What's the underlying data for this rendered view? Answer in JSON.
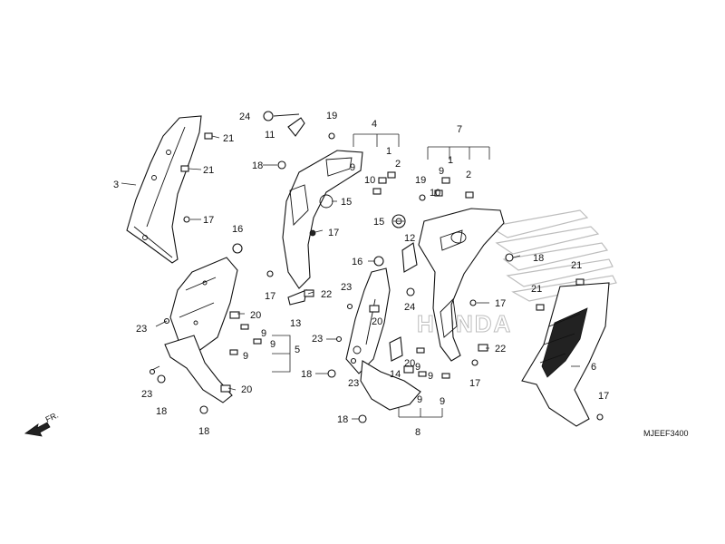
{
  "diagram_code": "MJEEF3400",
  "direction_label": "FR.",
  "watermark_text": "HONDA",
  "callouts": {
    "c1a": "1",
    "c1b": "1",
    "c2a": "2",
    "c2b": "2",
    "c3": "3",
    "c4": "4",
    "c5": "5",
    "c6": "6",
    "c7": "7",
    "c8": "8",
    "c9a": "9",
    "c9b": "9",
    "c9c": "9",
    "c9d": "9",
    "c9e": "9",
    "c9f": "9",
    "c9g": "9",
    "c9h": "9",
    "c9i": "9",
    "c10a": "10",
    "c10b": "10",
    "c11": "11",
    "c12": "12",
    "c13": "13",
    "c14": "14",
    "c15a": "15",
    "c15b": "15",
    "c16a": "16",
    "c16b": "16",
    "c17a": "17",
    "c17b": "17",
    "c17c": "17",
    "c17d": "17",
    "c17e": "17",
    "c17f": "17",
    "c18a": "18",
    "c18b": "18",
    "c18c": "18",
    "c18d": "18",
    "c18e": "18",
    "c19a": "19",
    "c19b": "19",
    "c20a": "20",
    "c20b": "20",
    "c20c": "20",
    "c20d": "20",
    "c21a": "21",
    "c21b": "21",
    "c21c": "21",
    "c22a": "22",
    "c22b": "22",
    "c23a": "23",
    "c23b": "23",
    "c23c": "23",
    "c23d": "23",
    "c24a": "24",
    "c24b": "24"
  }
}
